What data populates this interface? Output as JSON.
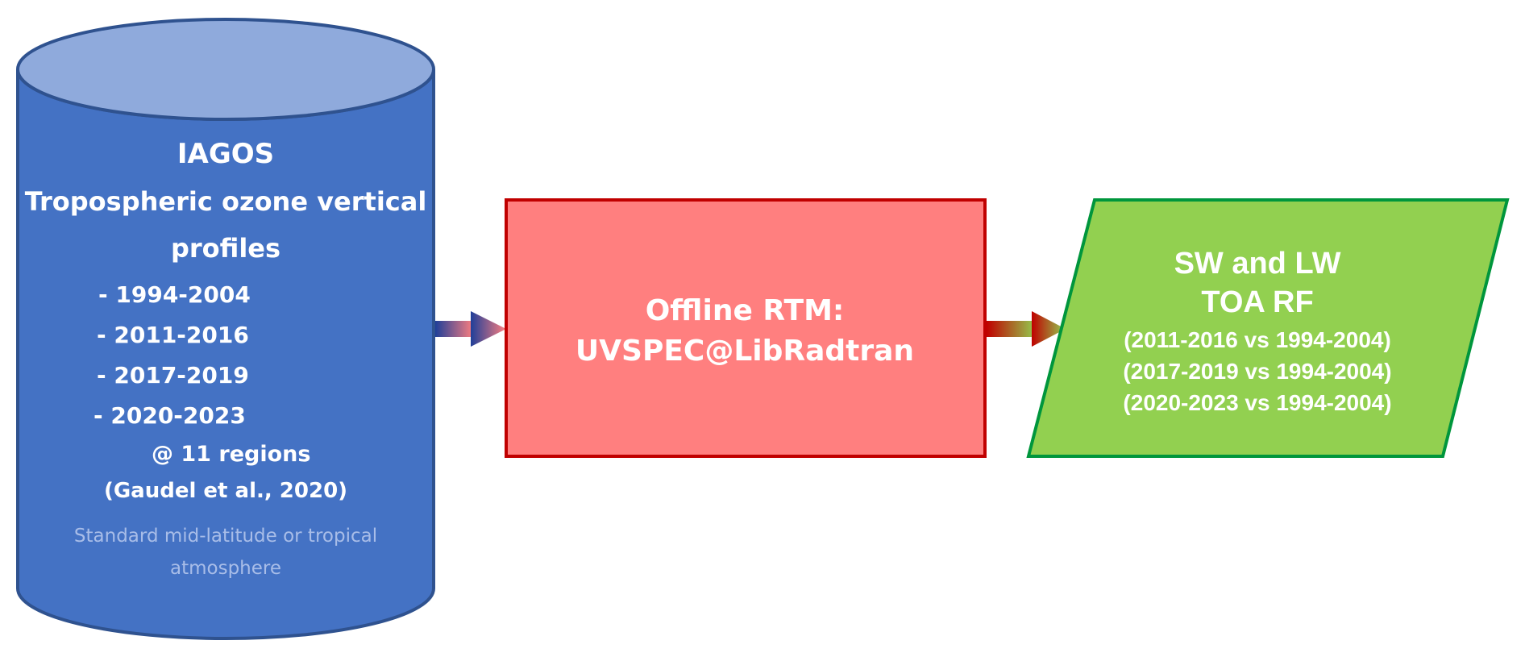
{
  "diagram": {
    "database": {
      "title": "IAGOS",
      "subtitle_line1": "Tropospheric ozone vertical",
      "subtitle_line2": "profiles",
      "periods": [
        "- 1994-2004",
        "- 2011-2016",
        "- 2017-2019",
        "- 2020-2023"
      ],
      "regions": "@ 11 regions",
      "citation": "(Gaudel et al., 2020)",
      "atmosphere_line1": "Standard mid-latitude or tropical",
      "atmosphere_line2": "atmosphere",
      "color": "#4472c4",
      "top_color": "#8faadc"
    },
    "model": {
      "line1": "Offline RTM:",
      "line2": "UVSPEC@LibRadtran",
      "color": "#ff7f7f",
      "border_color": "#c00000"
    },
    "output": {
      "line1": "SW and LW",
      "line2": "TOA RF",
      "comparisons": [
        "(2011-2016 vs 1994-2004)",
        "(2017-2019 vs 1994-2004)",
        "(2020-2023 vs 1994-2004)"
      ],
      "color": "#92d050",
      "border_color": "#00963c"
    },
    "arrows": [
      {
        "from": "database",
        "to": "model",
        "start_color": "#1f3f99",
        "end_color": "#ff7f7f"
      },
      {
        "from": "model",
        "to": "output",
        "start_color": "#c00000",
        "end_color": "#92d050"
      }
    ]
  }
}
